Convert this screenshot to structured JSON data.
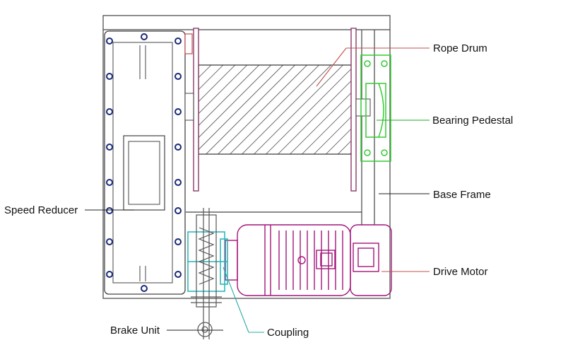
{
  "labels": {
    "rope_drum": "Rope Drum",
    "bearing_pedestal": "Bearing Pedestal",
    "base_frame": "Base Frame",
    "speed_reducer": "Speed Reducer",
    "drive_motor": "Drive Motor",
    "brake_unit": "Brake Unit",
    "coupling": "Coupling"
  },
  "colors": {
    "outline": "#444444",
    "drum_flange": "#8a3a6a",
    "bearing": "#33cc33",
    "motor": "#a3157a",
    "coupling": "#22b3b3",
    "brake": "#555555",
    "leader_red": "#c0504d",
    "leader_green": "#22aa22",
    "leader_teal": "#2eaaaa",
    "leader_dark": "#222222",
    "reducer_bolt": "#1a2a7a"
  }
}
